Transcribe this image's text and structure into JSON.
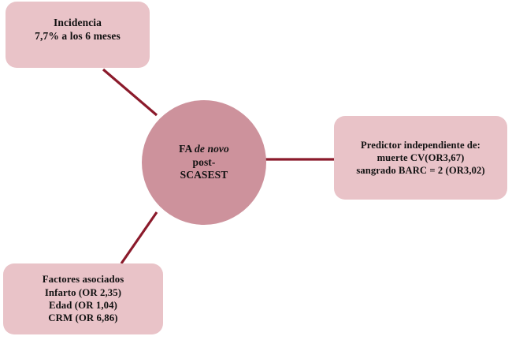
{
  "diagram": {
    "title": "FA de novo post-SCASEST",
    "colors": {
      "box_fill": "#e9c3c8",
      "circle_fill": "#cd929c",
      "connector": "#8b1a2b",
      "text": "#111111",
      "background": "#ffffff"
    },
    "center_node": {
      "id": "fa-de-novo",
      "line1_prefix": "FA ",
      "line1_italic": "de novo",
      "line2": "post-",
      "line3": "SCASEST"
    },
    "nodes": [
      {
        "id": "incidencia",
        "position": "top-left",
        "lines": [
          "Incidencia",
          "7,7% a los 6 meses"
        ],
        "text": "Incidencia\n7,7% a los 6 meses"
      },
      {
        "id": "predictor",
        "position": "right",
        "lines": [
          "Predictor independiente de:",
          "muerte CV(OR3,67)",
          "sangrado BARC = 2 (OR3,02)"
        ],
        "text": "Predictor independiente de:\nmuerte CV(OR3,67)\nsangrado BARC = 2 (OR3,02)"
      },
      {
        "id": "factores",
        "position": "bottom-left",
        "lines": [
          "Factores asociados",
          "Infarto (OR 2,35)",
          "Edad (OR 1,04)",
          "CRM (OR 6,86)"
        ],
        "text": "Factores asociados\nInfarto (OR 2,35)\nEdad (OR 1,04)\nCRM (OR 6,86)"
      }
    ],
    "connectors": [
      {
        "id": "incidencia-to-center",
        "from": "incidencia",
        "to": "fa-de-novo"
      },
      {
        "id": "center-to-predictor",
        "from": "fa-de-novo",
        "to": "predictor"
      },
      {
        "id": "center-to-factores",
        "from": "fa-de-novo",
        "to": "factores"
      }
    ]
  }
}
